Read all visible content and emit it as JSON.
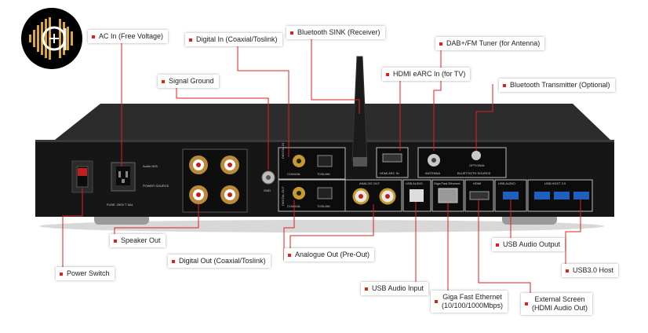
{
  "labels": {
    "ac_in": "AC In (Free Voltage)",
    "digital_in": "Digital In (Coaxial/Toslink)",
    "bt_sink": "Bluetooth SINK (Receiver)",
    "dab_fm": "DAB+/FM Tuner (for Antenna)",
    "hdmi_earc": "HDMI eARC In (for TV)",
    "signal_ground": "Signal Ground",
    "bt_transmitter": "Bluetooth  Transmitter (Optional)",
    "speaker_out": "Speaker Out",
    "power_switch": "Power Switch",
    "digital_out": "Digital Out (Coaxial/Toslink)",
    "analogue_out": "Analogue Out (Pre-Out)",
    "usb_audio_output": "USB Audio Output",
    "usb3_host": "USB3.0 Host",
    "usb_audio_input": "USB Audio Input",
    "giga_eth_line1": "Giga Fast Ethernet",
    "giga_eth_line2": "(10/100/1000Mbps)",
    "ext_screen_line1": "External Screen",
    "ext_screen_line2": "(HDMI Audio Out)"
  },
  "panel_text": {
    "digital_in": "DIGITAL IN",
    "digital_out": "DIGITAL OUT",
    "coaxial": "COAXIAL",
    "toslink": "TOSLINK",
    "hdmi_arc_in": "HDMI ARC IN",
    "antenna": "ANTENNA",
    "bt_source": "BLUETOOTH SOURCE",
    "optional": "OPTIONAL",
    "analog_out": "ANALOG OUT",
    "usb_audio": "USB AUDIO",
    "giga_eth": "Giga Fast Ethernet",
    "hdmi": "HDMI",
    "usb_host": "USB HOST 3.0",
    "gnd": "GND",
    "brand": "Audio N25",
    "power_source": "POWER SOURCE",
    "fuse": "FUSE: 250V T 5AL"
  },
  "colors": {
    "accent": "#e0211b",
    "chassis": "#1a1a1a",
    "panel": "#0d0d0d",
    "usb_blue": "#1f5fbf",
    "gold": "#c79a2e"
  }
}
